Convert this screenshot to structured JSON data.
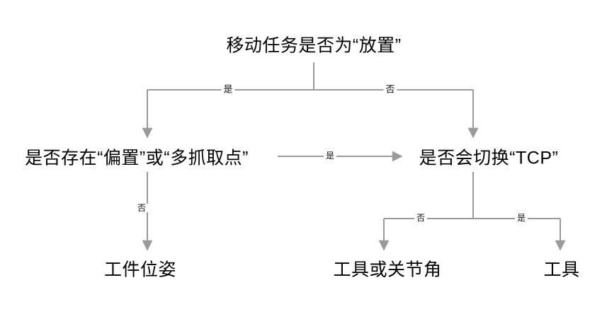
{
  "diagram": {
    "title_node": {
      "label": "移动任务是否为“放置”"
    },
    "decision_nodes": [
      {
        "id": "offset-or-multigrasp",
        "label": "是否存在“偏置”或“多抓取点”"
      },
      {
        "id": "switch-tcp",
        "label": "是否会切换“TCP”"
      }
    ],
    "leaf_nodes": [
      {
        "id": "workpiece-pose",
        "label": "工件位姿"
      },
      {
        "id": "tool-or-joint-angle",
        "label": "工具或关节角"
      },
      {
        "id": "tool",
        "label": "工具"
      }
    ],
    "edge_labels": {
      "root_yes": "是",
      "root_no": "否",
      "offset_yes": "是",
      "offset_no": "否",
      "tcp_no": "否",
      "tcp_yes": "是"
    },
    "colors": {
      "connector": "#9a9a9a",
      "text": "#000000",
      "background": "#ffffff"
    }
  }
}
